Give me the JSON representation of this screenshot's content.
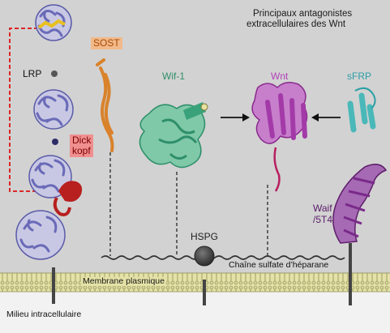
{
  "title": {
    "line1": "Principaux antagonistes",
    "line2": "extracellulaires des Wnt"
  },
  "labels": {
    "lrp": "LRP",
    "sost": "SOST",
    "wif1": "Wif-1",
    "wnt": "Wnt",
    "sfrp": "sFRP",
    "dickkopf_line1": "Dick",
    "dickkopf_line2": "kopf",
    "waif_line1": "Waif",
    "waif_line2": "/5T4",
    "hspg": "HSPG",
    "heparan_chain": "Chaîne sulfate d’héparane",
    "membrane": "Membrane plasmique",
    "intracellular": "Milieu intracellulaire"
  },
  "colors": {
    "background": "#d2d2d2",
    "lrp": "#6a6ab8",
    "sost": "#d9822b",
    "sost_label_bg": "#f2b98a",
    "wif1": "#3aa27a",
    "wif1_label": "#2e8f6a",
    "wnt": "#a33aa8",
    "wnt_label": "#b33fb8",
    "sfrp": "#4ab8b8",
    "sfrp_label": "#2c9fa6",
    "dickkopf": "#b81f1f",
    "dickkopf_label_bg": "#f08f8f",
    "waif": "#7a2a8a",
    "membrane": "#e4e2a6",
    "membrane_line": "#8a8a52",
    "dashed_link": "#dd1111",
    "intracellular": "#f2f2f2"
  }
}
